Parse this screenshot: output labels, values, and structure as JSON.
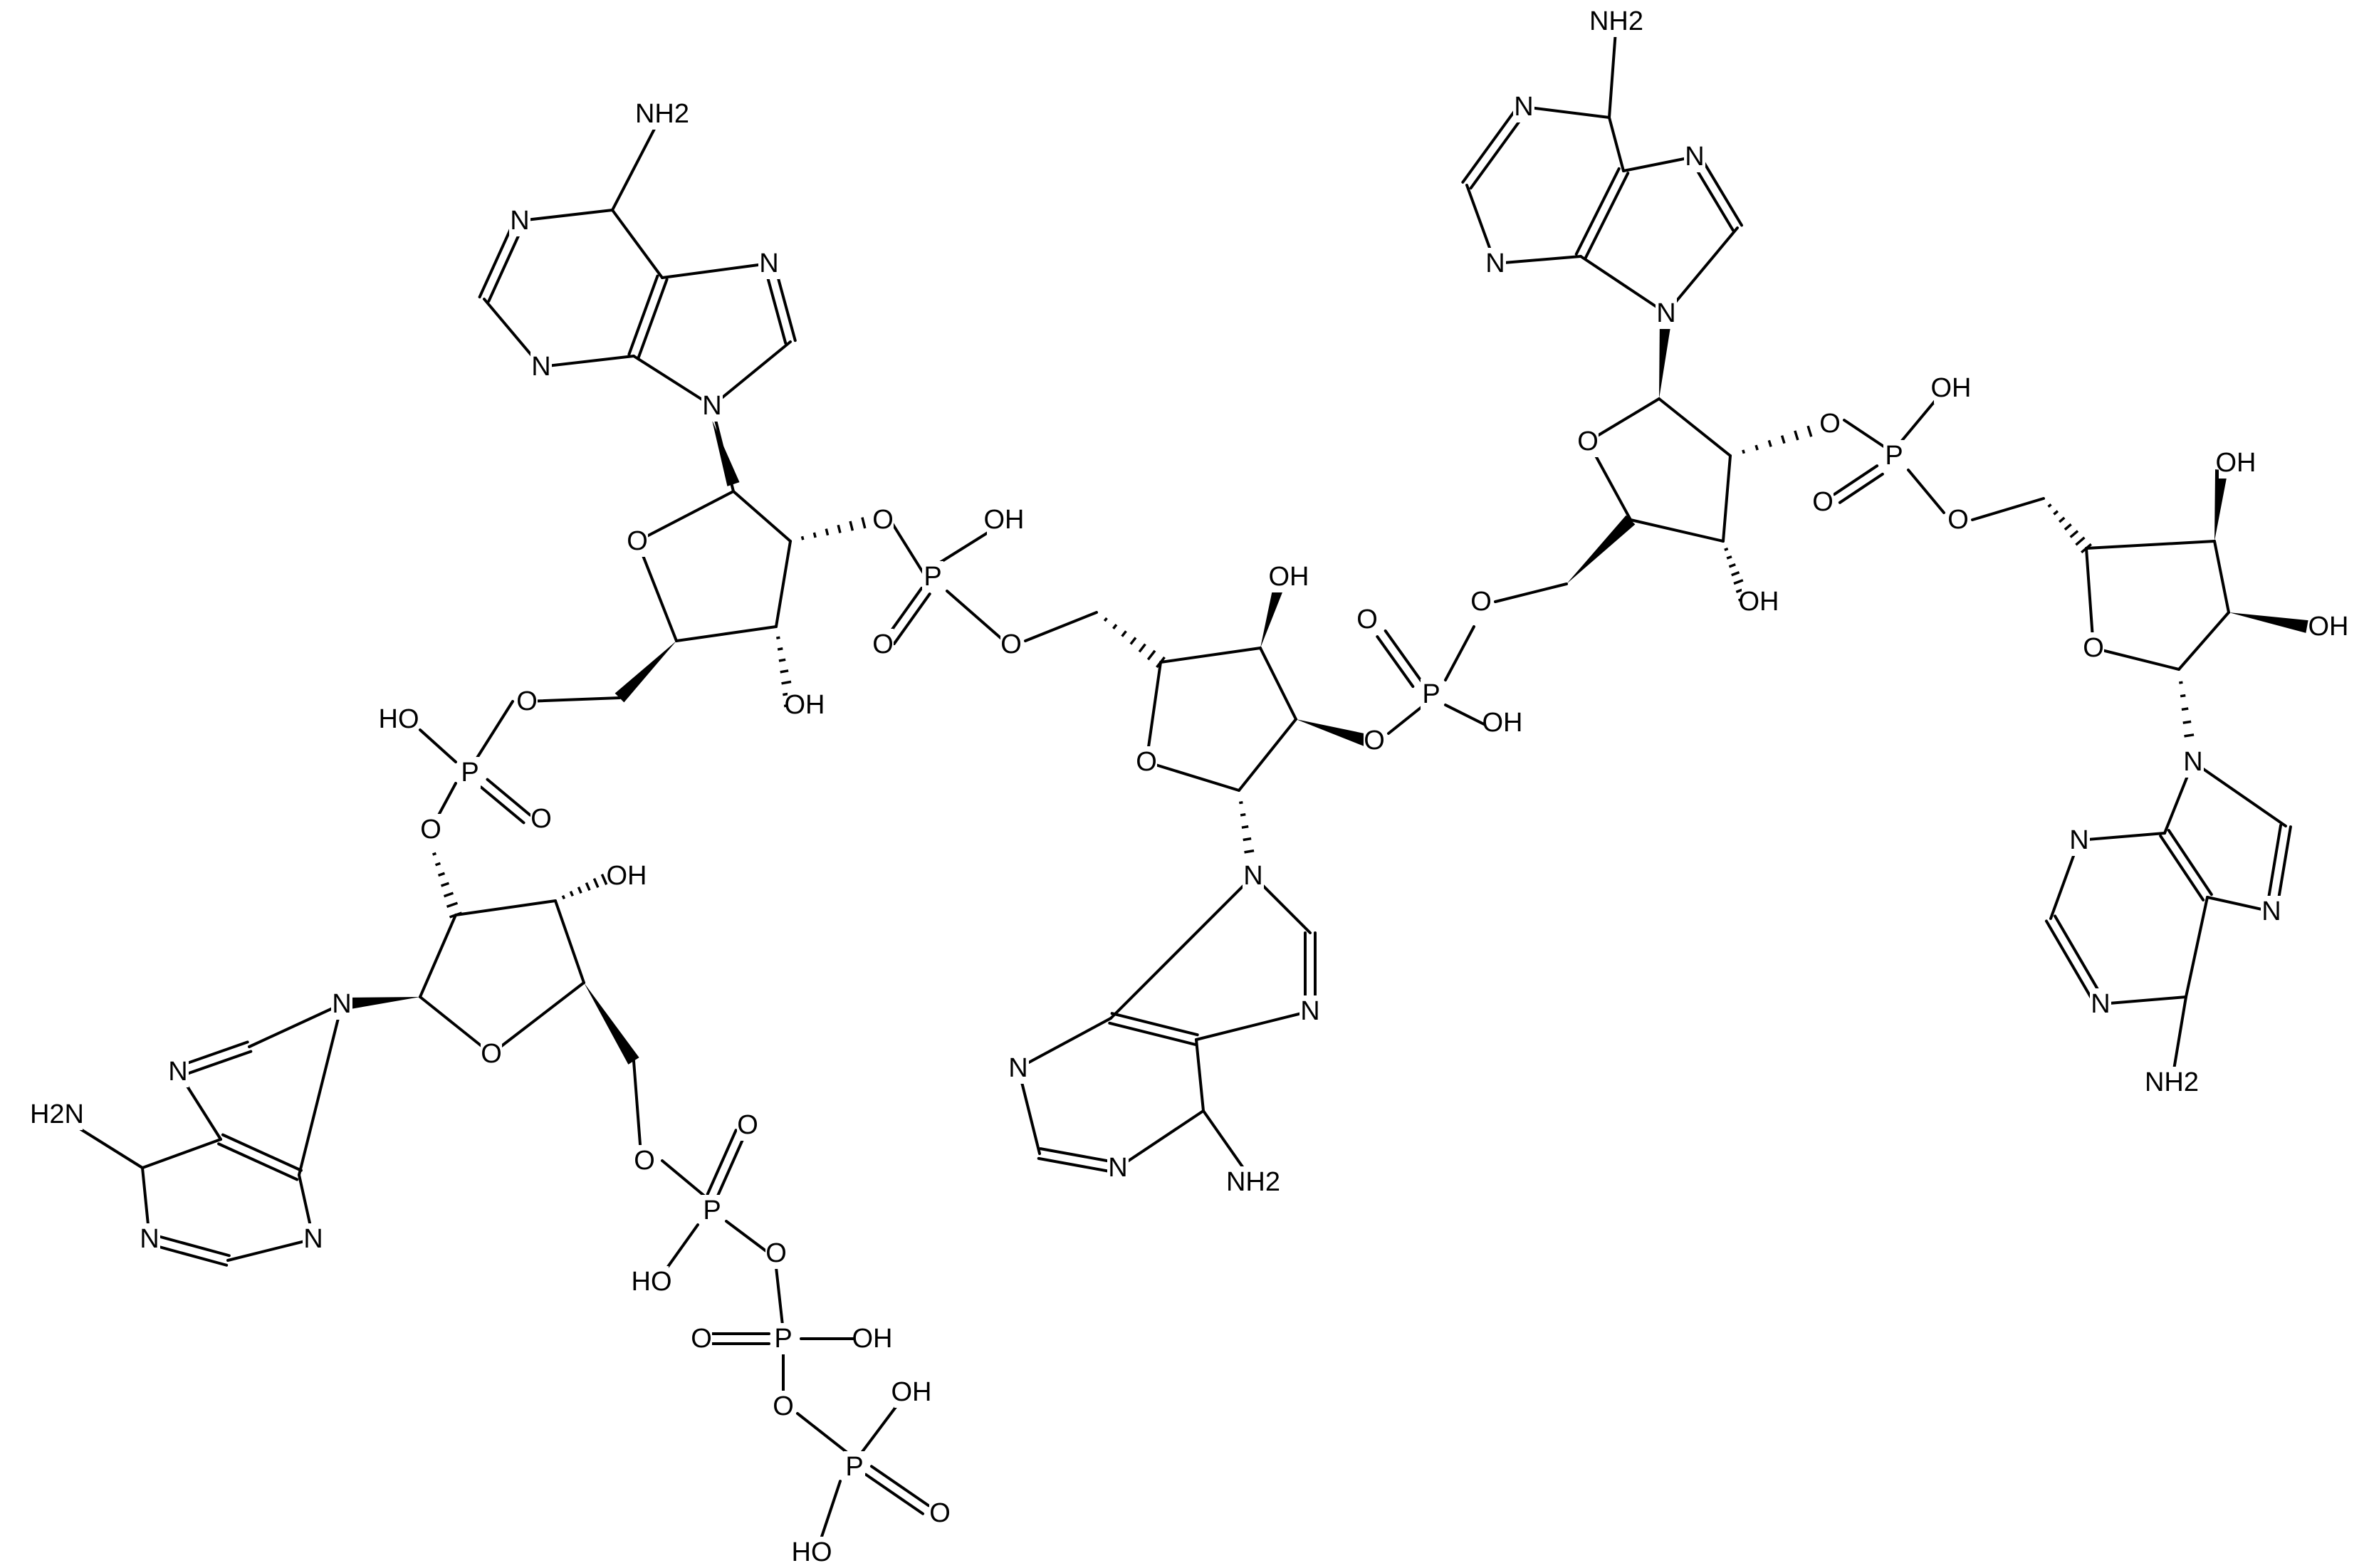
{
  "diagram": {
    "type": "chemical-structure",
    "labels": {
      "nh2": "NH2",
      "h2n": "H2N",
      "n": "N",
      "o": "O",
      "oh": "OH",
      "ho": "HO",
      "p": "P"
    },
    "colors": {
      "ink": "#000000",
      "background": "#ffffff"
    }
  }
}
